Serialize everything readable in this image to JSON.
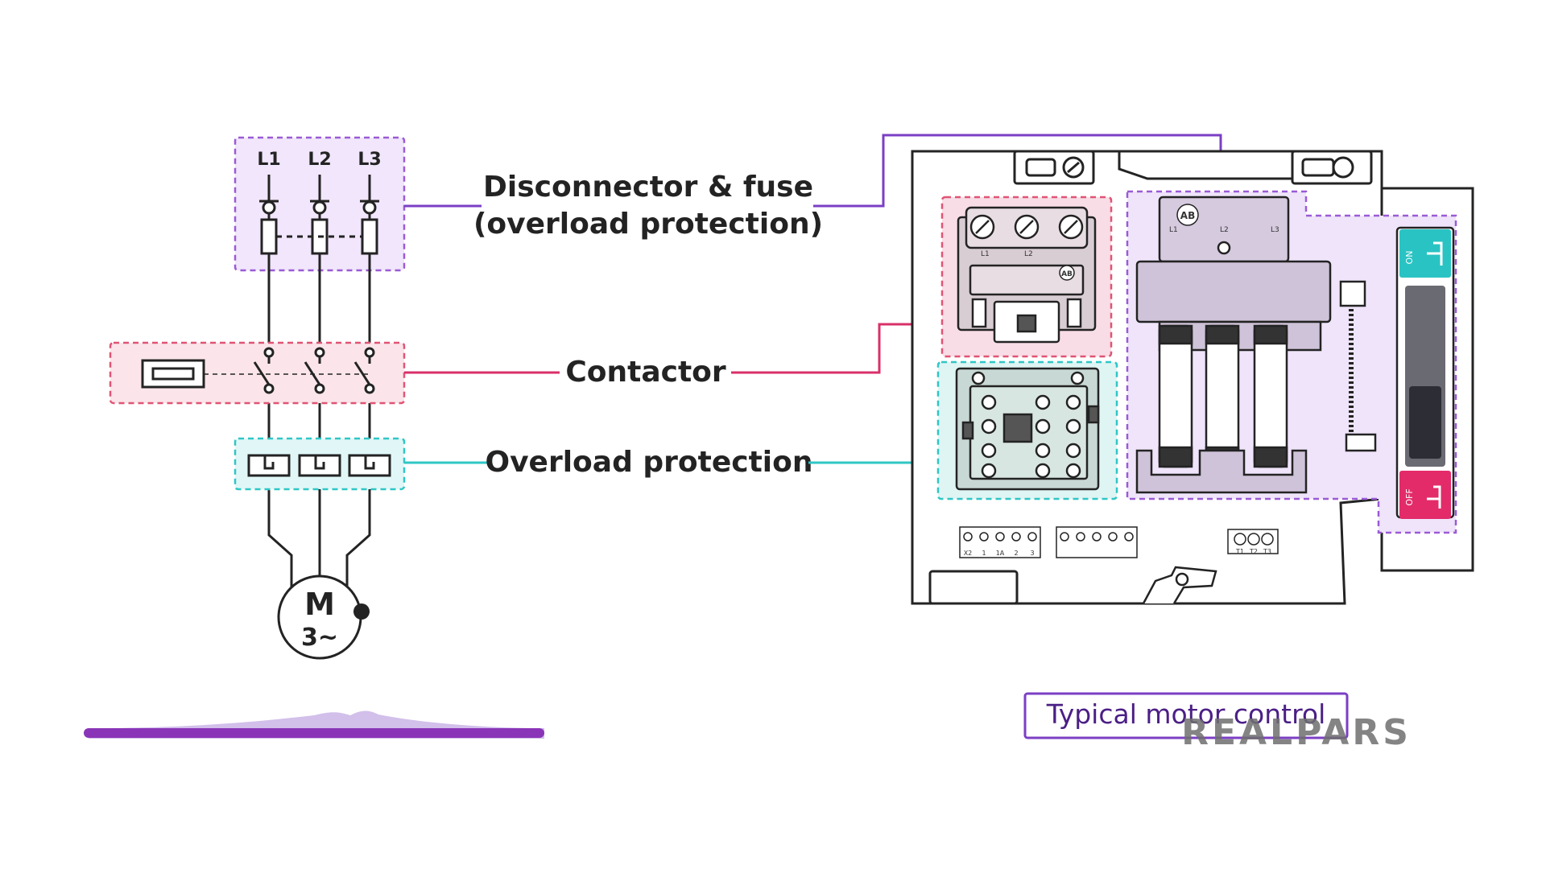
{
  "schematic": {
    "phases": [
      "L1",
      "L2",
      "L3"
    ],
    "motor_symbol": "M",
    "motor_type": "3~"
  },
  "labels": {
    "disconnector_line1": "Disconnector & fuse",
    "disconnector_line2": "(overload protection)",
    "contactor": "Contactor",
    "overload": "Overload protection"
  },
  "panel": {
    "terminals_left": [
      "X2",
      "1",
      "1A",
      "2",
      "3"
    ],
    "terminals_right": [
      "T1",
      "T2",
      "T3"
    ],
    "contactor_phases": [
      "L1",
      "L2"
    ],
    "disconnect_phases": [
      "L1",
      "L2",
      "L3"
    ],
    "ab_logo": "AB",
    "switch_on": "ON",
    "switch_off": "OFF"
  },
  "caption": "Typical motor control",
  "brand": "REALPARS",
  "colors": {
    "disconnector": "#7b3fc4",
    "contactor": "#d8306a",
    "overload": "#2fc6c6",
    "ink": "#232323",
    "caption": "#5a2ca6"
  }
}
